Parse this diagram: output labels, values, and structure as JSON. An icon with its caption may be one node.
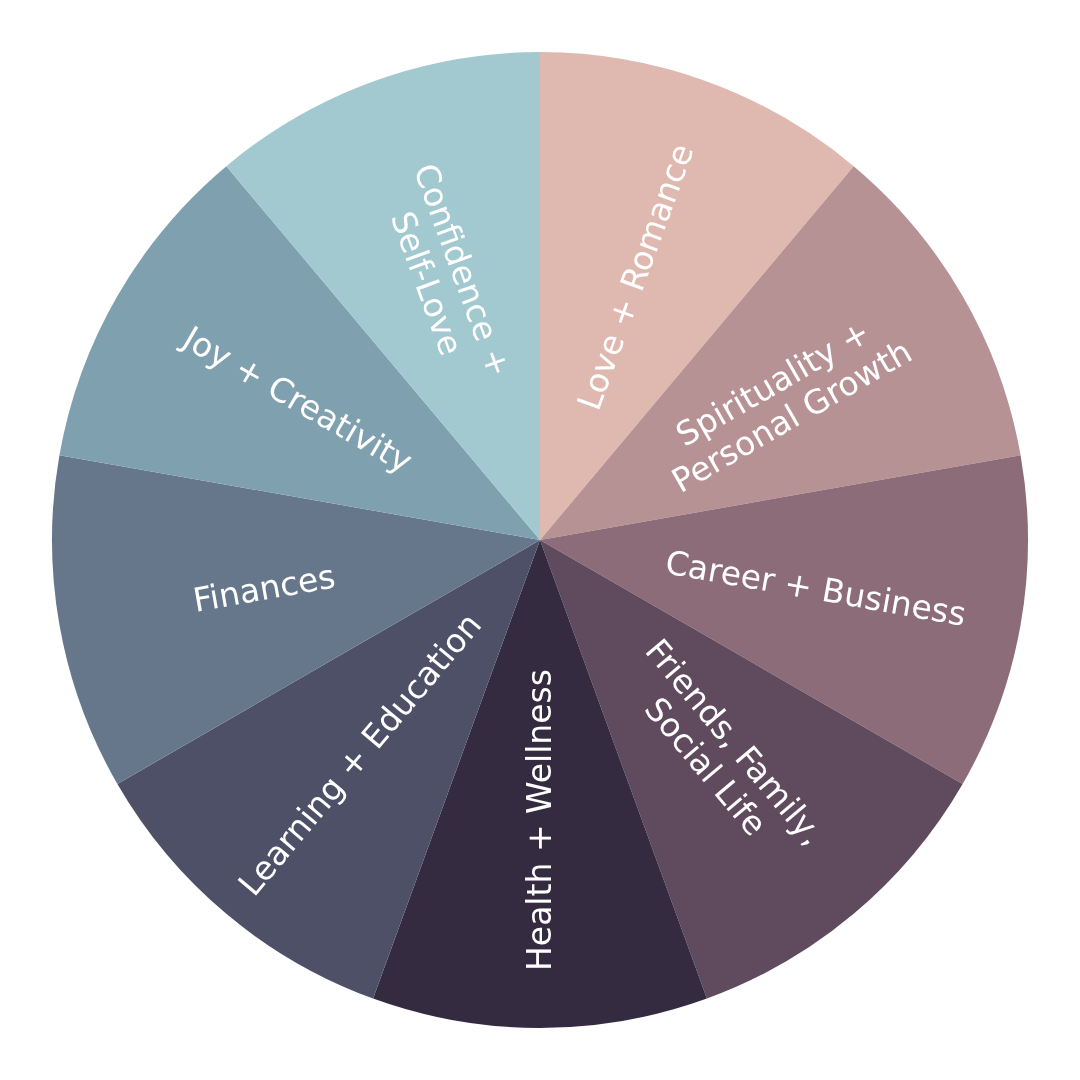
{
  "diagram": {
    "nodes": [
      {
        "text": [
          "Love + Romance"
        ]
      },
      {
        "text": [
          "Spirituality + Personal Growth"
        ]
      },
      {
        "text": [
          "Career + Business"
        ]
      },
      {
        "text": [
          "Friends, Family, Social Life"
        ]
      },
      {
        "text": [
          "Health + Wellness"
        ]
      },
      {
        "text": [
          "Learning + Education"
        ]
      },
      {
        "text": [
          "Finances"
        ]
      },
      {
        "text": [
          "Joy + Creativity"
        ]
      },
      {
        "text": [
          "Confidence + Self-Love"
        ]
      }
    ]
  }
}
